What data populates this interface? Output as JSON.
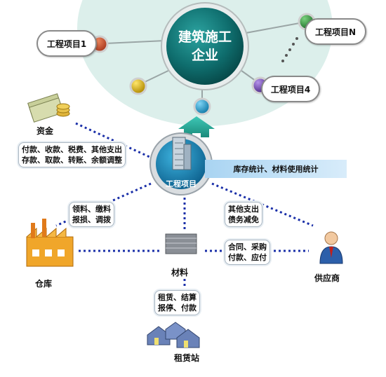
{
  "center": {
    "line1": "建筑施工",
    "line2": "企业"
  },
  "projects": {
    "p1": "工程项目1",
    "pn": "工程项目N",
    "p4": "工程项目4"
  },
  "hub": {
    "label": "工程项目"
  },
  "banner": {
    "text": "库存统计、材料使用统计"
  },
  "nodes": {
    "funds": "资金",
    "warehouse": "仓库",
    "materials": "材料",
    "supplier": "供应商",
    "rental": "租赁站"
  },
  "boxes": {
    "funds_ops": [
      "付款、收款、税费、其他支出",
      "存款、取款、转账、余额调整"
    ],
    "warehouse_ops": [
      "领料、缴料",
      "报损、调拨"
    ],
    "supplier_ops": [
      "其他支出",
      "债务减免"
    ],
    "materials_supplier": [
      "合同、采购",
      "付款、应付"
    ],
    "rental_ops": [
      "租赁、结算",
      "报停、付款"
    ]
  },
  "colors": {
    "center": "#0f6e6e",
    "node1": "#c0442a",
    "nodeN": "#2e8b3a",
    "node4": "#6a3fa8",
    "node_yellow": "#d9b20a",
    "node_cyan": "#1e9fce",
    "dotted": "#1a2fa8",
    "arc_bg": "#dcefeb"
  }
}
